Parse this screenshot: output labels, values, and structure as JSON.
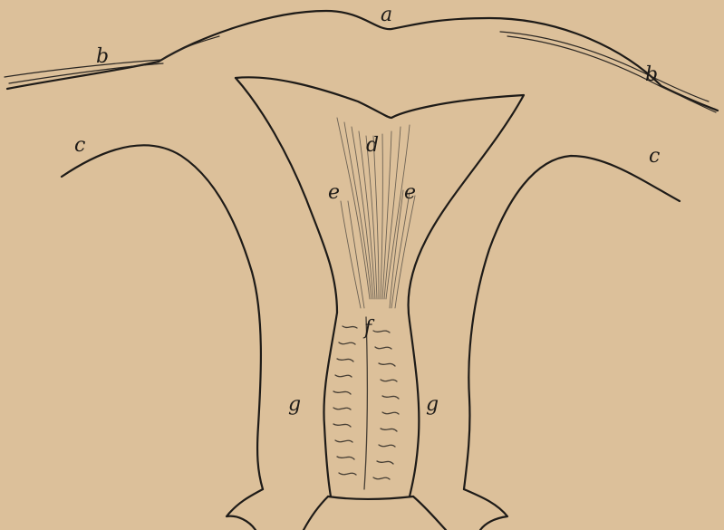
{
  "figure": {
    "labels": {
      "a": "a",
      "b_left": "b",
      "b_right": "b",
      "c_left": "c",
      "c_right": "c",
      "d": "d",
      "e_left": "e",
      "e_right": "e",
      "f": "f",
      "g_left": "g",
      "g_right": "g"
    }
  }
}
